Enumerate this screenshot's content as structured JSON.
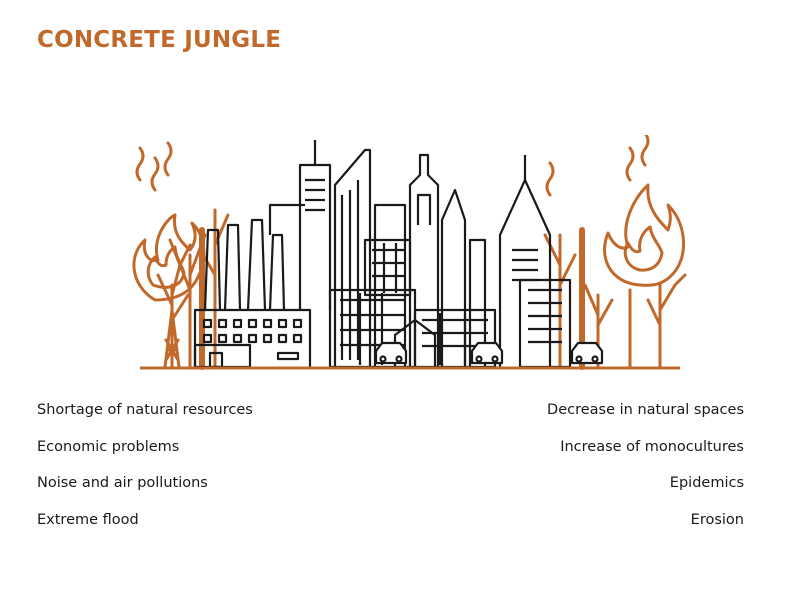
{
  "title": "CONCRETE JUNGLE",
  "colors": {
    "accent": "#C0692A",
    "ink": "#1a1a1a"
  },
  "illustration": {
    "icon": "burning-city-illustration"
  },
  "left_list": [
    "Shortage of natural resources",
    "Economic problems",
    "Noise and air pollutions",
    "Extreme flood"
  ],
  "right_list": [
    "Decrease in natural spaces",
    "Increase of monocultures",
    "Epidemics",
    "Erosion"
  ]
}
